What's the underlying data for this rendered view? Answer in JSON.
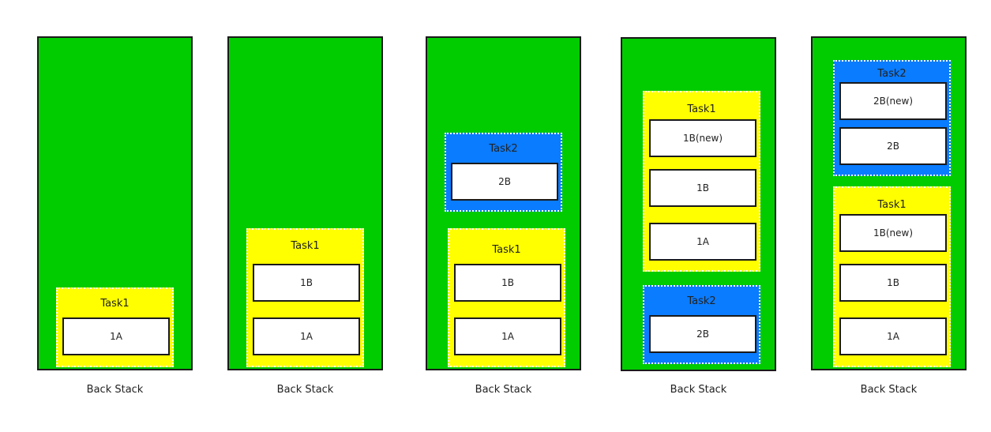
{
  "caption": "Back Stack",
  "stacks": [
    {
      "tasks": [
        {
          "label": "Task1",
          "activities": [
            "1A"
          ]
        }
      ]
    },
    {
      "tasks": [
        {
          "label": "Task1",
          "activities": [
            "1B",
            "1A"
          ]
        }
      ]
    },
    {
      "tasks": [
        {
          "label": "Task2",
          "activities": [
            "2B"
          ]
        },
        {
          "label": "Task1",
          "activities": [
            "1B",
            "1A"
          ]
        }
      ]
    },
    {
      "tasks": [
        {
          "label": "Task1",
          "activities": [
            "1B(new)",
            "1B",
            "1A"
          ]
        },
        {
          "label": "Task2",
          "activities": [
            "2B"
          ]
        }
      ]
    },
    {
      "tasks": [
        {
          "label": "Task2",
          "activities": [
            "2B(new)",
            "2B"
          ]
        },
        {
          "label": "Task1",
          "activities": [
            "1B(new)",
            "1B",
            "1A"
          ]
        }
      ]
    }
  ],
  "colors": {
    "stack": "#00cc00",
    "task1": "#ffff00",
    "task2": "#0a7cff"
  }
}
